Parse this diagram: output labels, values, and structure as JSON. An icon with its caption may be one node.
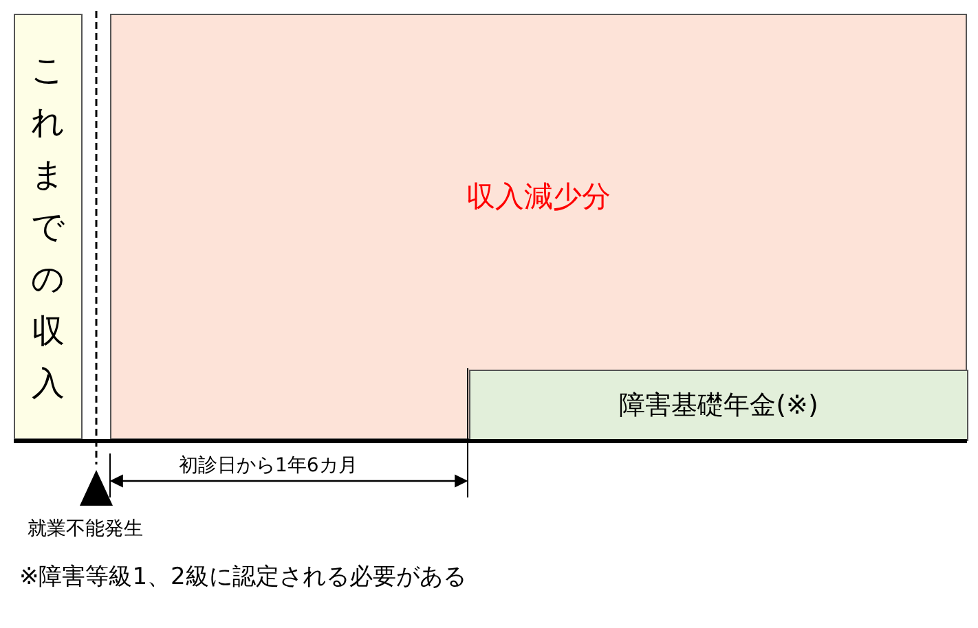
{
  "diagram": {
    "nodes": [
      {
        "text": [
          "これまでの収入"
        ]
      },
      {
        "text": [
          "収入減少分"
        ]
      },
      {
        "text": [
          "障害基礎年金(※)"
        ],
        "in": 1
      }
    ],
    "labels": [
      "就業不能発生",
      "初診日から1年6カ月",
      "※障害等級1、2級に認定される必要がある"
    ]
  }
}
